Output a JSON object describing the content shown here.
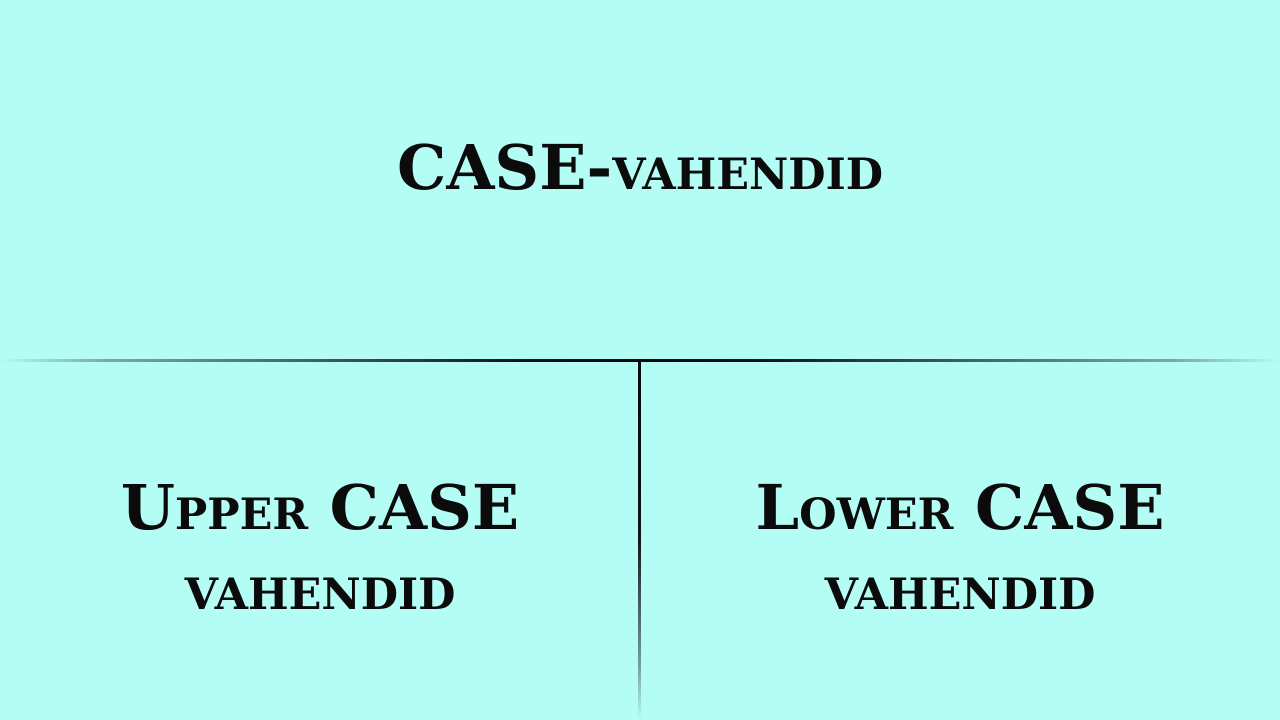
{
  "diagram": {
    "title": {
      "part_main": "CASE",
      "part_suffix": "-vahendid"
    },
    "branches": [
      {
        "line1": "Upper CASE",
        "line2": "vahendid"
      },
      {
        "line1": "Lower CASE",
        "line2": "vahendid"
      }
    ]
  }
}
